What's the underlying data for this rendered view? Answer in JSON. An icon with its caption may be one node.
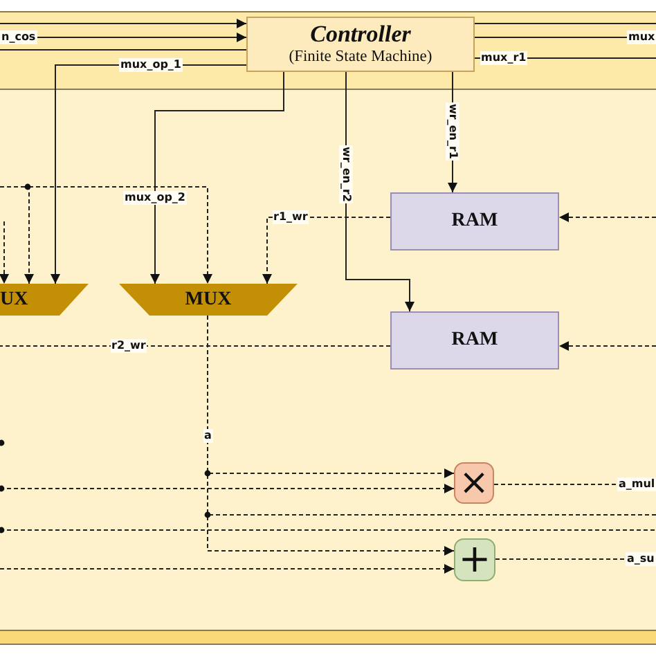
{
  "diagram": {
    "nodes": [
      {
        "text": [
          "Controller",
          "(Finite State Machine)"
        ]
      },
      {
        "text": [
          "RAM"
        ]
      },
      {
        "text": [
          "UX"
        ]
      },
      {
        "text": [
          "MUX"
        ]
      },
      {
        "text": [
          "RAM"
        ]
      },
      {
        "text": [
          "×"
        ]
      },
      {
        "text": [
          "+"
        ]
      }
    ],
    "edges": [
      {
        "from": null,
        "to": 0,
        "arrow": "to"
      },
      {
        "from": null,
        "to": 0,
        "arrow": "to",
        "label": "n_cos"
      },
      {
        "from": null,
        "to": 0,
        "arrow": "none"
      },
      {
        "from": 0,
        "to": 2,
        "arrow": "to",
        "label": "mux_op_1"
      },
      {
        "from": 0,
        "to": 3,
        "arrow": "to",
        "label": "mux_op_2"
      },
      {
        "from": 0,
        "to": 4,
        "arrow": "to",
        "label": "wr_en_r2"
      },
      {
        "from": 0,
        "to": 1,
        "arrow": "to",
        "label": "wr_en_r1"
      },
      {
        "from": 0,
        "to": null,
        "arrow": "none"
      },
      {
        "from": 0,
        "to": null,
        "arrow": "none",
        "label": "mux"
      },
      {
        "from": 0,
        "to": null,
        "arrow": "none",
        "label": "mux_r1"
      },
      {
        "from": null,
        "to": 1,
        "arrow": "to",
        "style": "dashed"
      },
      {
        "from": 1,
        "to": 3,
        "arrow": "to",
        "style": "dashed",
        "label": "r1_wr"
      },
      {
        "from": null,
        "to": 4,
        "arrow": "to",
        "style": "dashed"
      },
      {
        "from": 4,
        "to": null,
        "arrow": "none",
        "style": "dashed",
        "label": "r2_wr"
      },
      {
        "from": null,
        "to": 2,
        "arrow": "to",
        "style": "dashed"
      },
      {
        "from": null,
        "to": 3,
        "arrow": "to",
        "style": "dashed"
      },
      {
        "from": null,
        "to": 2,
        "arrow": "to",
        "style": "dashed"
      },
      {
        "from": 3,
        "to": 5,
        "arrow": "to",
        "style": "dashed",
        "label": "a"
      },
      {
        "from": 3,
        "to": null,
        "arrow": "none",
        "style": "dashed"
      },
      {
        "from": 3,
        "to": 6,
        "arrow": "to",
        "style": "dashed"
      },
      {
        "from": null,
        "to": 5,
        "arrow": "to",
        "style": "dashed"
      },
      {
        "from": null,
        "to": 6,
        "arrow": "to",
        "style": "dashed"
      },
      {
        "from": 5,
        "to": null,
        "arrow": "none",
        "style": "dashed",
        "label": "a_mul"
      },
      {
        "from": 6,
        "to": null,
        "arrow": "none",
        "style": "dashed",
        "label": "a_su"
      }
    ]
  }
}
